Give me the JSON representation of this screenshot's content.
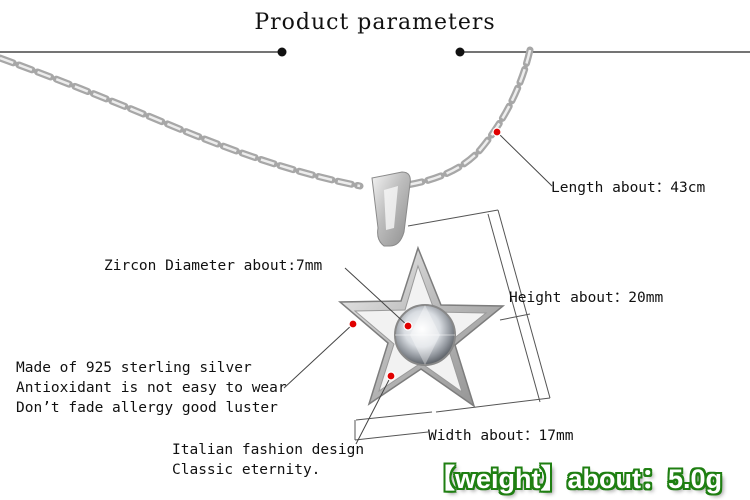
{
  "title": "Product parameters",
  "specs": {
    "length": "Length about：43cm",
    "zircon": "Zircon Diameter about:7mm",
    "height": "Height about：20mm",
    "width": "Width about：17mm",
    "material": [
      "Made of 925 sterling silver",
      "Antioxidant is not easy to wear",
      "Don’t fade allergy good luster"
    ],
    "design": [
      "Italian fashion design",
      "Classic eternity."
    ],
    "weight": "【weight】about：5.0g"
  },
  "colors": {
    "marker": "#e00000",
    "weight_outline": "#1f7f12",
    "silver": "#c8c8c8"
  }
}
